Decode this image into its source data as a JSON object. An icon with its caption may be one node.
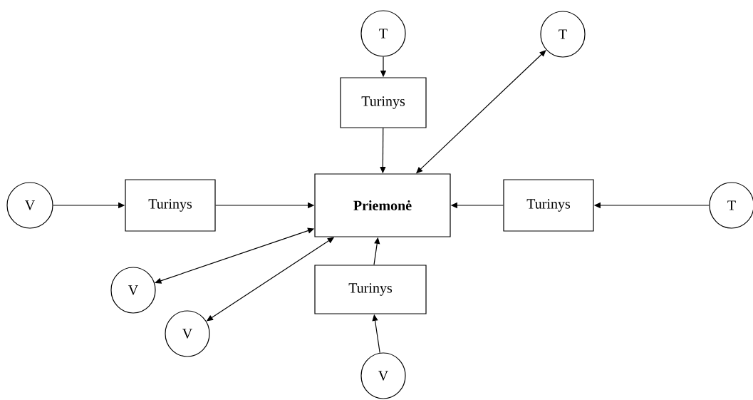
{
  "diagram": {
    "nodes": [
      {
        "text": [
          "T"
        ]
      },
      {
        "text": [
          "T"
        ]
      },
      {
        "text": [
          "Turinys"
        ]
      },
      {
        "text": [
          "V"
        ]
      },
      {
        "text": [
          "Turinys"
        ]
      },
      {
        "text": [
          "Priemonė"
        ]
      },
      {
        "text": [
          "Turinys"
        ]
      },
      {
        "text": [
          "T"
        ]
      },
      {
        "text": [
          "V"
        ]
      },
      {
        "text": [
          "Turinys"
        ]
      },
      {
        "text": [
          "V"
        ]
      },
      {
        "text": [
          "V"
        ]
      }
    ],
    "edges": [
      {
        "from": 0,
        "to": 2,
        "arrow": "to"
      },
      {
        "from": 2,
        "to": 5,
        "arrow": "to"
      },
      {
        "from": 5,
        "to": 1,
        "arrow": "both"
      },
      {
        "from": 3,
        "to": 4,
        "arrow": "to"
      },
      {
        "from": 4,
        "to": 5,
        "arrow": "to"
      },
      {
        "from": 6,
        "to": 5,
        "arrow": "to"
      },
      {
        "from": 7,
        "to": 6,
        "arrow": "to"
      },
      {
        "from": 5,
        "to": 8,
        "arrow": "both"
      },
      {
        "from": 5,
        "to": 10,
        "arrow": "both"
      },
      {
        "from": 9,
        "to": 5,
        "arrow": "to"
      },
      {
        "from": 11,
        "to": 9,
        "arrow": "to"
      }
    ]
  }
}
